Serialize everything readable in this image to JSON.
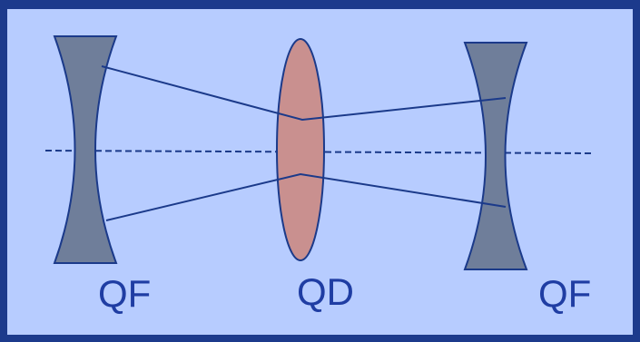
{
  "diagram": {
    "labels": {
      "left_lens": "QF",
      "center_lens": "QD",
      "right_lens": "QF"
    },
    "colors": {
      "frame": "#1c3a8c",
      "panel": "#b7ccff",
      "focusing_lens_fill": "#6f7e9a",
      "defocusing_lens_fill": "#c9908f",
      "outline": "#1b3a8a",
      "label_text": "#1f3da3"
    }
  }
}
